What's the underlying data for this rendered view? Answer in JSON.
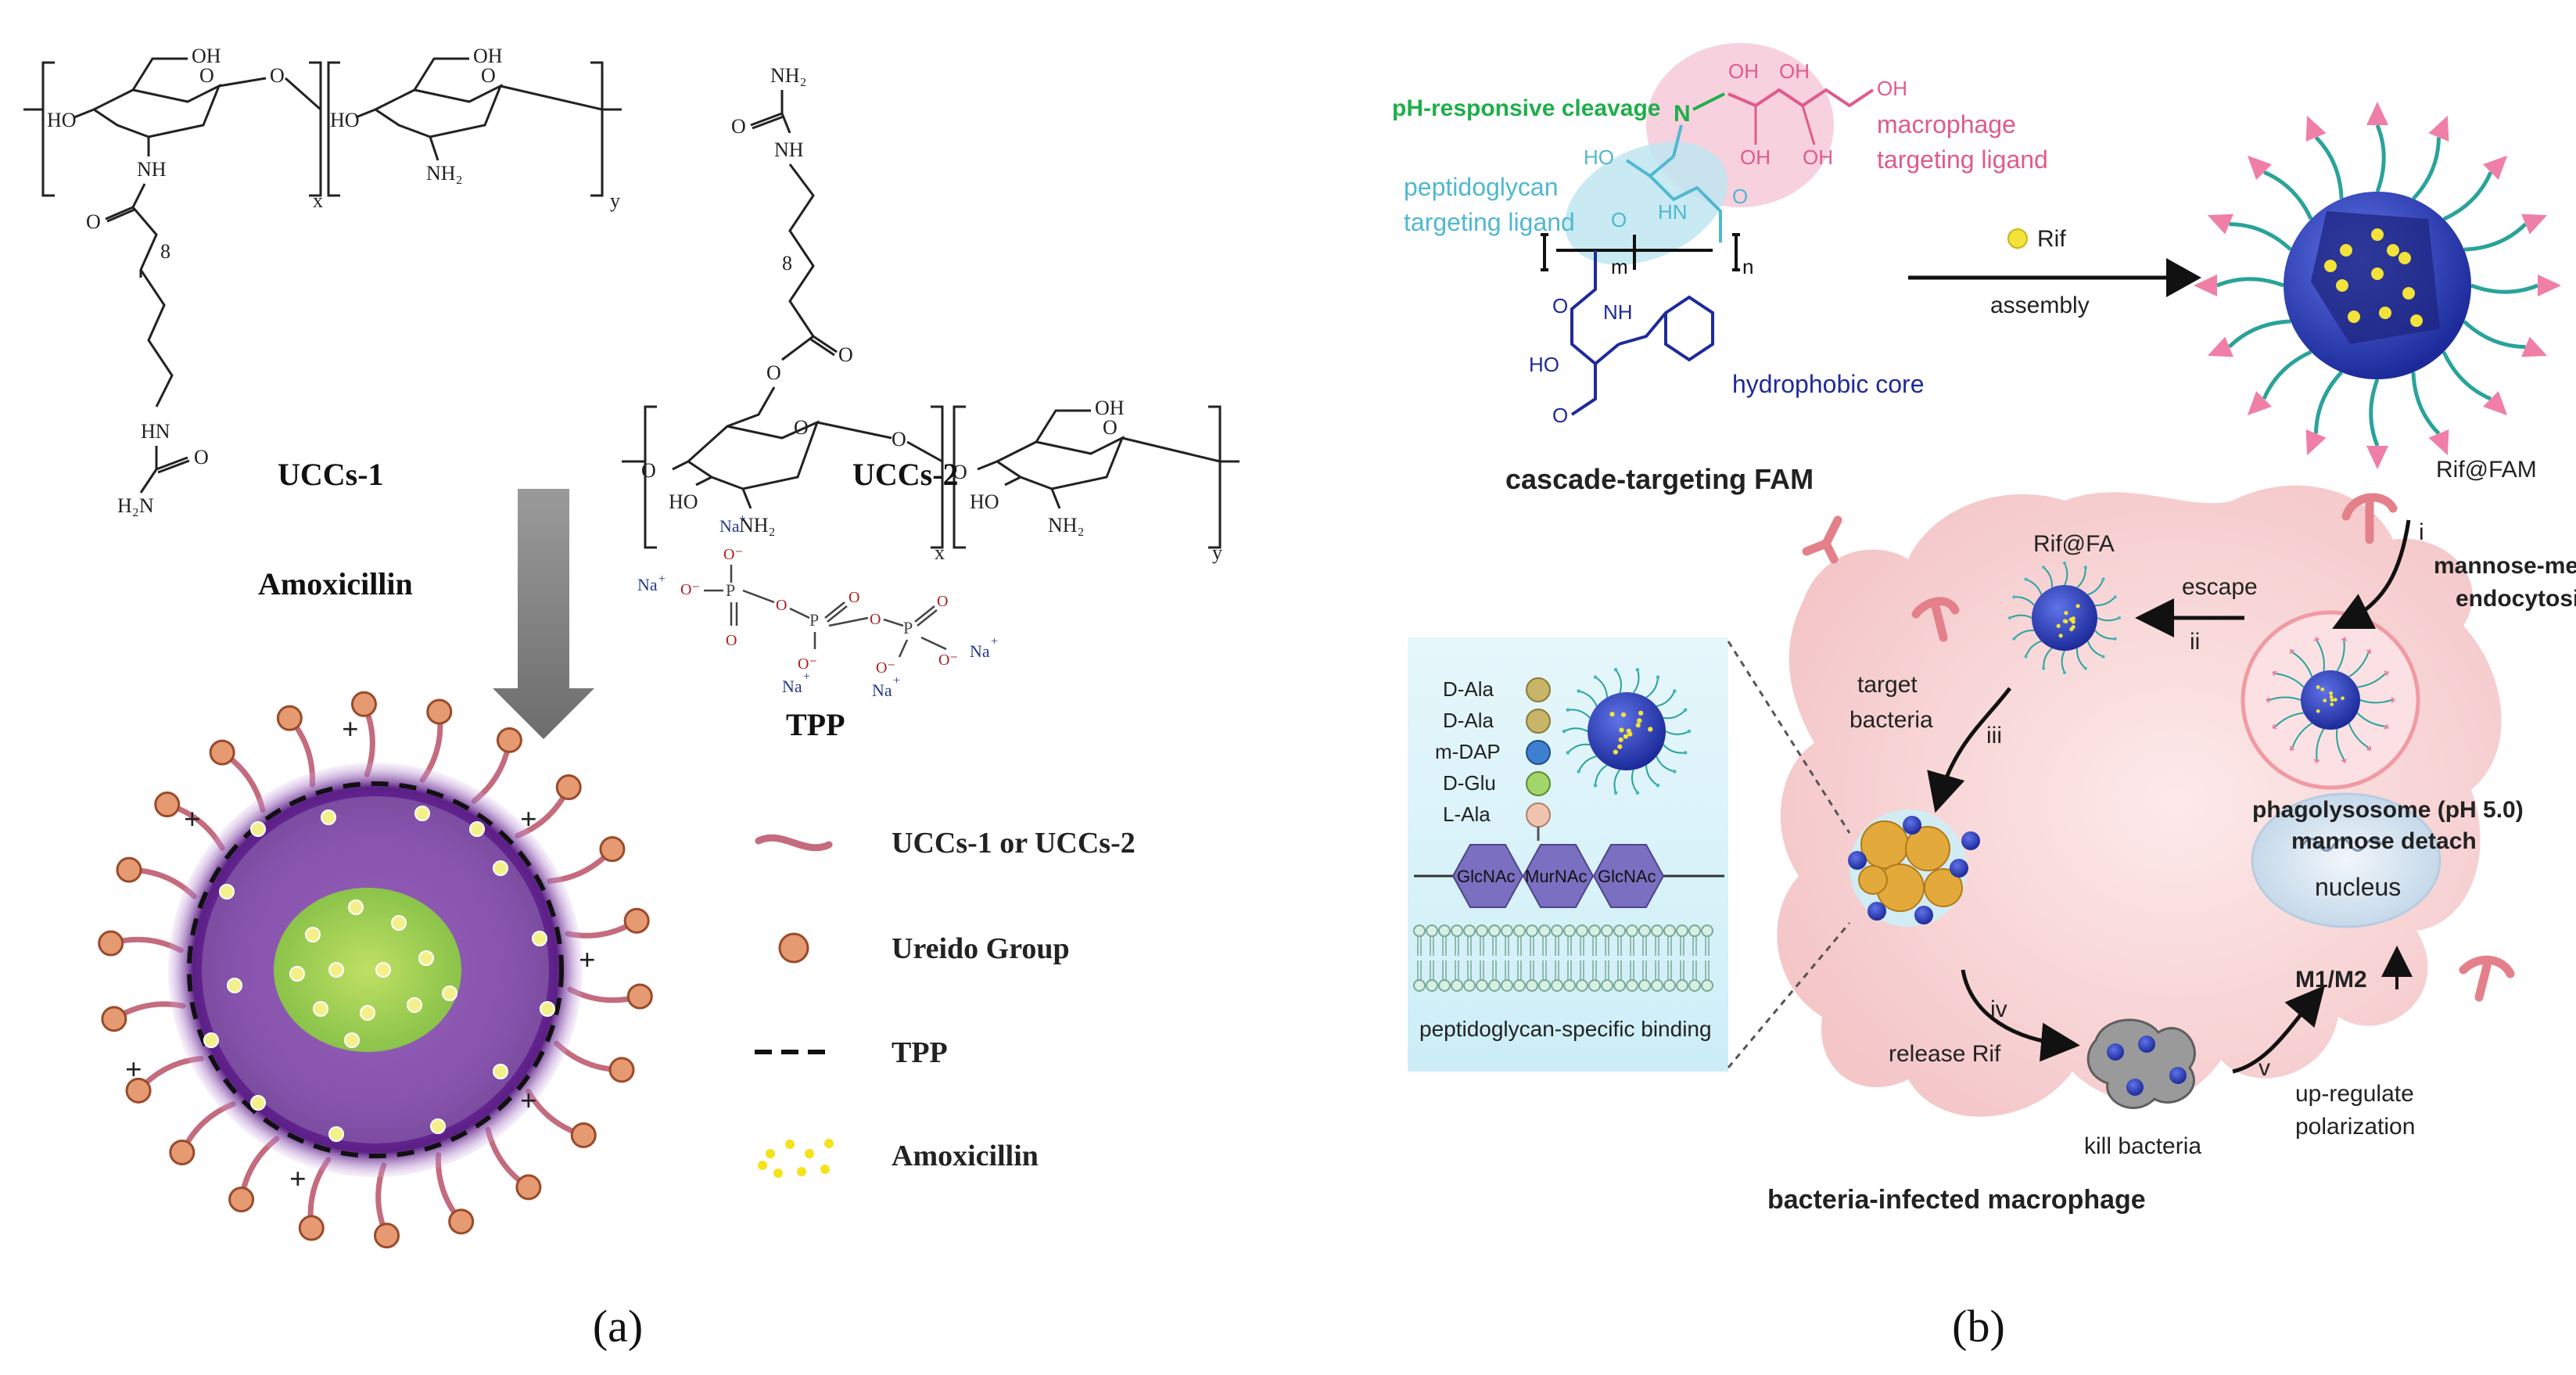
{
  "panel_a": {
    "structures": {
      "uccs1_label": "UCCs-1",
      "uccs2_label": "UCCs-2",
      "oh": "OH",
      "ho": "HO",
      "nh": "NH",
      "nh2": "NH₂",
      "h2n": "H₂N",
      "hn": "HN",
      "o": "O",
      "x": "x",
      "y": "y",
      "n8": "8",
      "n9": "(8)"
    },
    "amoxicillin_label": "Amoxicillin",
    "tpp": {
      "label": "TPP",
      "na": "Na",
      "plus": "+",
      "o_minus": "O⁻",
      "p": "P",
      "o": "O"
    },
    "plus_sign": "+",
    "legend": {
      "item1": "UCCs-1 or UCCs-2",
      "item2": "Ureido Group",
      "item3": "TPP",
      "item4": "Amoxicillin"
    },
    "caption": "(a)"
  },
  "panel_b": {
    "ph_cleavage": "pH-responsive cleavage",
    "macrophage_ligand_1": "macrophage",
    "macrophage_ligand_2": "targeting ligand",
    "peptidoglycan_ligand_1": "peptidoglycan",
    "peptidoglycan_ligand_2": "targeting ligand",
    "hydrophobic_core": "hydrophobic core",
    "fam_label": "cascade-targeting FAM",
    "rif": "Rif",
    "assembly": "assembly",
    "rif_fam": "Rif@FAM",
    "rif_fa": "Rif@FA",
    "escape": "escape",
    "step_i": "i",
    "step_ii": "ii",
    "step_iii": "iii",
    "step_iv": "iv",
    "step_v": "v",
    "mannose_mediated_1": "mannose-mediated",
    "mannose_mediated_2": "endocytosis",
    "target_bacteria_1": "target",
    "target_bacteria_2": "bacteria",
    "phagolysosome_1": "phagolysosome (pH  5.0)",
    "phagolysosome_2": "mannose detach",
    "nucleus": "nucleus",
    "release_rif": "release Rif",
    "kill_bacteria": "kill bacteria",
    "m1m2": "M1/M2",
    "upregulate_1": "up-regulate",
    "upregulate_2": "polarization",
    "bacteria_macrophage": "bacteria-infected macrophage",
    "inset": {
      "d_ala_1": "D-Ala",
      "d_ala_2": "D-Ala",
      "m_dap": "m-DAP",
      "d_glu": "D-Glu",
      "l_ala": "L-Ala",
      "glcnac_1": "GlcNAc",
      "murnac": "MurNAc",
      "glcnac_2": "GlcNAc",
      "caption": "peptidoglycan-specific binding"
    },
    "chem": {
      "n": "N",
      "oh": "OH",
      "ho": "HO",
      "hn": "HN",
      "nh": "NH",
      "o": "O",
      "m": "m",
      "nsub": "n"
    },
    "caption": "(b)"
  },
  "colors": {
    "green_label": "#1fae4a",
    "pink_label": "#e05a8c",
    "cyan_label": "#4fb8d0",
    "navy_label": "#1f2a9a",
    "cell_fill": "#f7d3d4",
    "micelle_purple": "#6a2b8c",
    "core_green": "#9ec94a",
    "nanoparticle_blue": "#3a4fc4",
    "ureido_orange": "#e59a72"
  }
}
